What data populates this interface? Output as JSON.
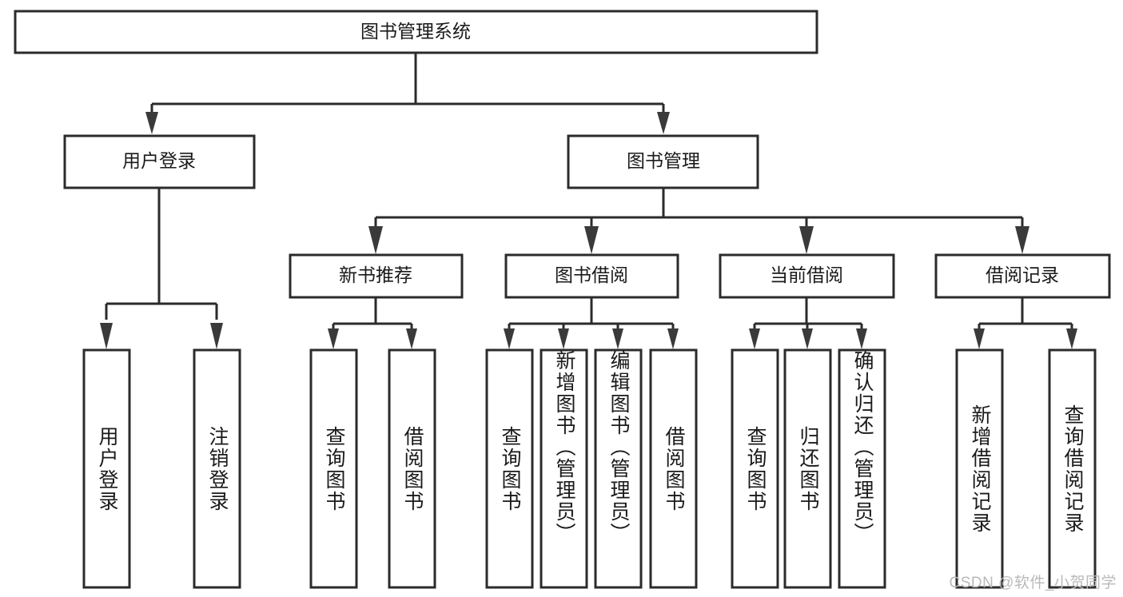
{
  "diagram": {
    "type": "hierarchy-tree",
    "title": "图书管理系统",
    "watermark": "CSDN @软件_小贺同学",
    "levels": {
      "root": {
        "label": "图书管理系统"
      },
      "level2": [
        {
          "id": "user-login",
          "label": "用户登录"
        },
        {
          "id": "book-manage",
          "label": "图书管理"
        }
      ],
      "level3": [
        {
          "id": "new-book-recommend",
          "label": "新书推荐"
        },
        {
          "id": "book-borrow",
          "label": "图书借阅"
        },
        {
          "id": "current-borrow",
          "label": "当前借阅"
        },
        {
          "id": "borrow-record",
          "label": "借阅记录"
        }
      ],
      "leaves": {
        "user-login": [
          {
            "id": "leaf-user-login",
            "label": "用户登录"
          },
          {
            "id": "leaf-user-logout",
            "label": "注销登录"
          }
        ],
        "new-book-recommend": [
          {
            "id": "leaf-query-book-1",
            "label": "查询图书"
          },
          {
            "id": "leaf-borrow-book-1",
            "label": "借阅图书"
          }
        ],
        "book-borrow": [
          {
            "id": "leaf-query-book-2",
            "label": "查询图书"
          },
          {
            "id": "leaf-add-book",
            "label": "新增图书（管理员）"
          },
          {
            "id": "leaf-edit-book",
            "label": "编辑图书（管理员）"
          },
          {
            "id": "leaf-borrow-book-2",
            "label": "借阅图书"
          }
        ],
        "current-borrow": [
          {
            "id": "leaf-query-book-3",
            "label": "查询图书"
          },
          {
            "id": "leaf-return-book",
            "label": "归还图书"
          },
          {
            "id": "leaf-confirm-return",
            "label": "确认归还（管理员）"
          }
        ],
        "borrow-record": [
          {
            "id": "leaf-add-record",
            "label": "新增借阅记录"
          },
          {
            "id": "leaf-query-record",
            "label": "查询借阅记录"
          }
        ]
      }
    },
    "colors": {
      "box_stroke": "#2b2b2b",
      "box_fill": "#ffffff",
      "text": "#1a1a1a",
      "connector": "#2b2b2b",
      "watermark": "#b9b9b9",
      "background": "#ffffff"
    }
  }
}
